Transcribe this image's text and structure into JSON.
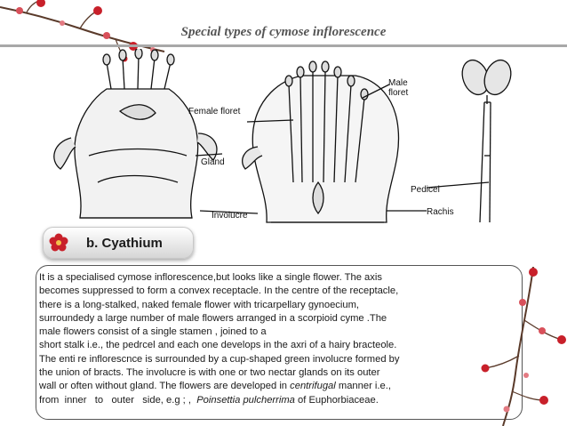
{
  "title": "Special types of cymose inflorescence",
  "figure_labels": {
    "male_floret": "Male\nfloret",
    "female_floret": "Female floret",
    "gland": "Gland",
    "involucre": "Involucre",
    "pedicel": "Pedicel",
    "rachis": "Rachis"
  },
  "section": {
    "label": "b.   Cyathium",
    "icon": "plum-blossom-icon"
  },
  "body": {
    "lines": [
      "It  is  a specialised cymose  inflorescence,but looks like a single flower. The axis",
      "becomes  suppressed to form a convex receptacle. In the centre of the  receptacle,",
      "there is a long-stalked, naked female flower with tricarpellary gynoecium,",
      "surroundedy a large number  of male flowers arranged in a  scorpioid   cyme .The",
      "male flowers   consist   of  a  single  stamen , joined to a",
      "short stalk i.e., the pedrcel  and  each  one  develops in the axri of a hairy  bracteole.",
      "The enti re inflorescnce is surrounded by a  cup-shaped green  involucre  formed   by",
      "the   union   of  bracts.  The involucre is with one  or  two  nectar  glands on its outer",
      "wall or often without gland. The flowers are developed  in "
    ],
    "line9_italic": "centrifugal",
    "line9_tail": " manner i.e.,",
    "line10_head": "from  inner   to   outer   side, e.g ; ,  ",
    "line10_italic": "Poinsettia pulcherrima",
    "line10_tail": " of Euphorbiaceae."
  },
  "colors": {
    "title": "#555555",
    "blossom": "#c8202a",
    "branch": "#5a3a2a"
  }
}
